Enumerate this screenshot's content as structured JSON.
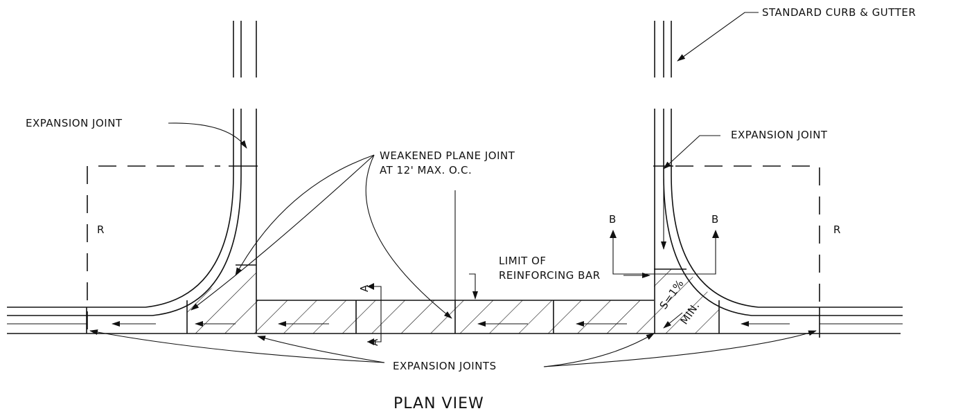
{
  "labels": {
    "standard_curb": "STANDARD CURB & GUTTER",
    "expansion_joint_left": "EXPANSION JOINT",
    "expansion_joint_right": "EXPANSION JOINT",
    "weakened_line1": "WEAKENED PLANE JOINT",
    "weakened_line2": "AT 12' MAX. O.C.",
    "limit_line1": "LIMIT OF",
    "limit_line2": "REINFORCING BAR",
    "expansion_joints": "EXPANSION JOINTS",
    "radius_left": "R",
    "radius_right": "R",
    "section_a_top": "A",
    "section_a_bottom": "A",
    "section_b_left": "B",
    "section_b_right": "B",
    "slope": "S=1%",
    "slope_min": "MIN."
  },
  "title": "PLAN VIEW"
}
